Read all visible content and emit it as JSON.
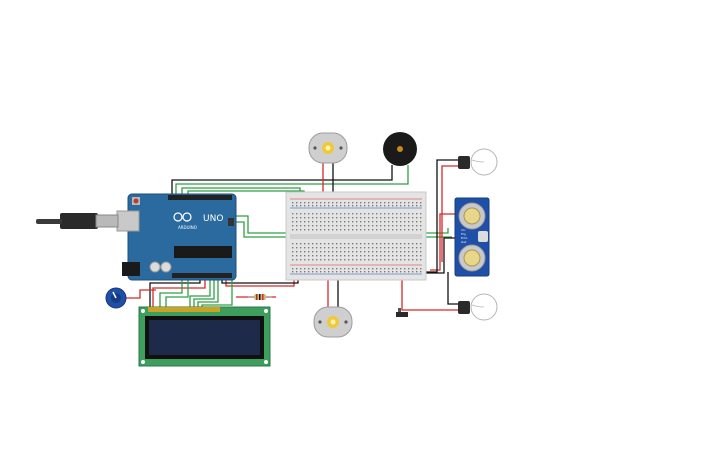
{
  "arduino": {
    "brand": "UNO",
    "sub": "ARDUINO"
  },
  "ultrasonic": {
    "pin_labels": [
      "Vcc",
      "Trig",
      "Echo",
      "Gnd"
    ]
  },
  "colors": {
    "arduino_board": "#2a6a9e",
    "breadboard": "#e4e4e4",
    "lcd_pcb": "#3d9e5e",
    "lcd_screen": "#1e2a4a",
    "sensor_board": "#1f4fa6",
    "wire_red": "#d62828",
    "wire_green": "#2ea043",
    "wire_black": "#111111",
    "motor_body": "#cfcfcf",
    "motor_shaft": "#f0c93a",
    "buzzer": "#1a1a1a",
    "pot": "#1f4fa6"
  },
  "components": [
    "arduino-uno",
    "usb-cable",
    "breadboard",
    "lcd-16x2",
    "potentiometer",
    "resistor",
    "dc-motor-top",
    "dc-motor-bottom",
    "piezo-buzzer",
    "ultrasonic-sensor",
    "light-bulb-top",
    "light-bulb-bottom",
    "slide-switch"
  ]
}
